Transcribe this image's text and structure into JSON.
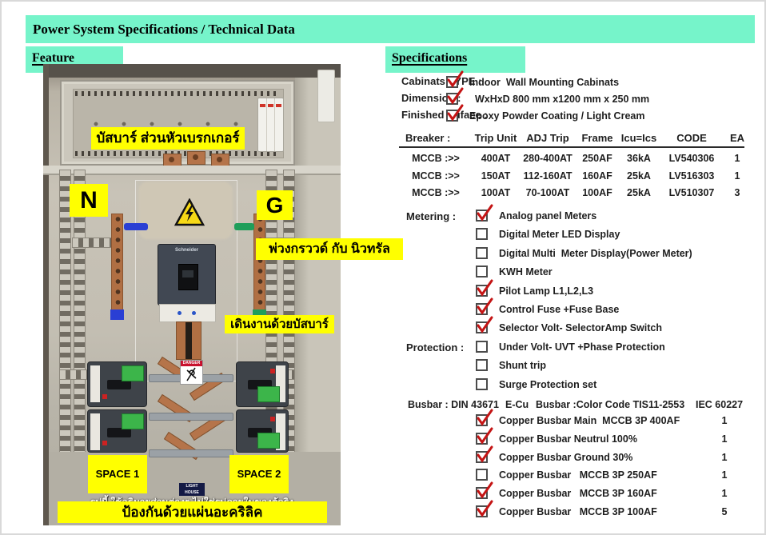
{
  "page": {
    "title": "Power System Specifications / Technical Data",
    "feature_heading": "Feature",
    "specs_heading": "Specifications",
    "accent_color": "#76f4ca",
    "highlight_color": "#ffff00",
    "check_color": "#c41414"
  },
  "photo": {
    "labels": {
      "busbar_head": "บัสบาร์ ส่วนหัวเบรกเกอร์",
      "neutral": "N",
      "ground": "G",
      "ground_neutral_link": "พ่วงกรววด์ กับ นิวทรัล",
      "busbar_wiring": "เดินงานด้วยบัสบาร์",
      "space1": "SPACE 1",
      "space2": "SPACE 2",
      "disclaimer": "รูปนี้ ใช้อธิบายส่วนต่างๆ ไม่ใช่รูปภายในของตู้จริง",
      "acrylic_cover": "ป้องกันด้วยแผ่นอะคริลิค",
      "logo": "LIGHT HOUSE",
      "danger": "DANGER",
      "breaker_brand": "Schneider"
    }
  },
  "specs": {
    "top_rows": [
      {
        "label": "Cabinats TYPE :",
        "checked": true,
        "text": "Indoor  Wall Mounting Cabinats"
      },
      {
        "label": "Dimension :",
        "checked": true,
        "text": "  WxHxD 800 mm x1200 mm x 250 mm"
      },
      {
        "label": "Finished Suface :",
        "checked": true,
        "text": "Epoxy Powder Coating / Light Cream"
      }
    ],
    "breaker_table": {
      "label": "Breaker :",
      "headers": [
        "Trip Unit",
        "ADJ Trip",
        "Frame",
        "Icu=Ics",
        "CODE",
        "EA"
      ],
      "rows": [
        {
          "name": "MCCB :>>",
          "trip": "400AT",
          "adj": "280-400AT",
          "frame": "250AF",
          "icu": "36kA",
          "code": "LV540306",
          "ea": "1"
        },
        {
          "name": "MCCB :>>",
          "trip": "150AT",
          "adj": "112-160AT",
          "frame": "160AF",
          "icu": "25kA",
          "code": "LV516303",
          "ea": "1"
        },
        {
          "name": "MCCB :>>",
          "trip": "100AT",
          "adj": "70-100AT",
          "frame": "100AF",
          "icu": "25kA",
          "code": "LV510307",
          "ea": "3"
        }
      ]
    },
    "checklist": [
      {
        "group": "Metering :",
        "checked": true,
        "text": "Analog panel Meters"
      },
      {
        "group": "",
        "checked": false,
        "text": "Digital Meter LED Display"
      },
      {
        "group": "",
        "checked": false,
        "text": "Digital Multi  Meter Display(Power Meter)"
      },
      {
        "group": "",
        "checked": false,
        "text": "KWH Meter"
      },
      {
        "group": "",
        "checked": true,
        "text": "Pilot Lamp L1,L2,L3"
      },
      {
        "group": "",
        "checked": true,
        "text": "Control Fuse +Fuse Base"
      },
      {
        "group": "",
        "checked": true,
        "text": "Selector Volt- SelectorAmp Switch"
      },
      {
        "group": "Protection :",
        "checked": false,
        "text": "Under Volt- UVT +Phase Protection"
      },
      {
        "group": "",
        "checked": false,
        "text": "Shunt trip"
      },
      {
        "group": "",
        "checked": false,
        "text": "Surge Protection set"
      }
    ],
    "busbar_header": {
      "part1": "Busbar : DIN 43671",
      "part2": "E-Cu",
      "part3": "Busbar :Color Code  TIS11-2553",
      "part4": "IEC 60227"
    },
    "busbar_items": [
      {
        "checked": true,
        "text": "Copper Busbar Main  MCCB 3P 400AF",
        "qty": "1"
      },
      {
        "checked": true,
        "text": "Copper Busbar Neutrul 100%",
        "qty": "1"
      },
      {
        "checked": true,
        "text": "Copper Busbar Ground 30%",
        "qty": "1"
      },
      {
        "checked": false,
        "text": "Copper Busbar   MCCB 3P 250AF",
        "qty": "1"
      },
      {
        "checked": true,
        "text": "Copper Busbar   MCCB 3P 160AF",
        "qty": "1"
      },
      {
        "checked": true,
        "text": "Copper Busbar   MCCB 3P 100AF",
        "qty": "5"
      }
    ]
  }
}
